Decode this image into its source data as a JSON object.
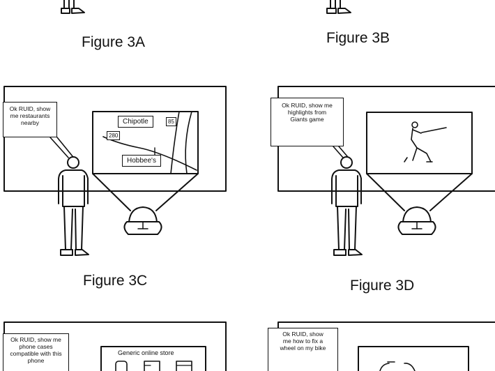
{
  "figures": {
    "fig3a": {
      "caption": "Figure 3A"
    },
    "fig3b": {
      "caption": "Figure 3B"
    },
    "fig3c": {
      "caption": "Figure 3C",
      "speech_bubble": "Ok RUID, show me restaurants nearby",
      "map_labels": {
        "chipotle": "Chipotle",
        "hobbees": "Hobbee's"
      },
      "road_shields": {
        "hwy85": "85",
        "hwy280": "280"
      }
    },
    "fig3d": {
      "caption": "Figure 3D",
      "speech_bubble": "Ok RUID, show me highlights from Giants game"
    },
    "fig3e": {
      "speech_bubble": "Ok RUID, show me phone cases compatible with this phone",
      "store_title": "Generic online store"
    },
    "fig3f": {
      "speech_bubble": "Ok RUID, show me how to fix a wheel on my bike"
    }
  }
}
